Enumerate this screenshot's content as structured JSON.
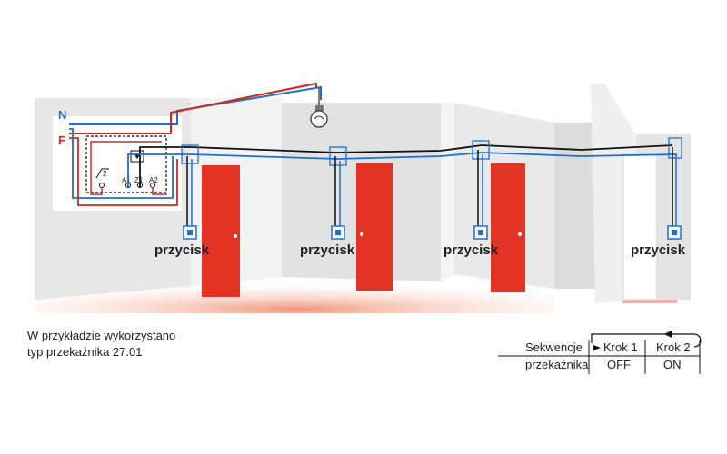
{
  "wire_labels": {
    "neutral": "N",
    "phase": "F"
  },
  "relay_pins": {
    "p2": "2",
    "a1": "A1",
    "z1": "Z1",
    "a2": "A2"
  },
  "pushbutton_labels": [
    "przycisk",
    "przycisk",
    "przycisk",
    "przycisk"
  ],
  "note": {
    "line1": "W przykładzie wykorzystano",
    "line2": "typ przekaźnika 27.01"
  },
  "sequence_table": {
    "row_label_line1": "Sekwencje",
    "row_label_line2": "przekaźnika",
    "steps": [
      "Krok 1",
      "Krok 2"
    ],
    "states": [
      "OFF",
      "ON"
    ]
  },
  "colors": {
    "neutral_wire": "#1f6fd0",
    "phase_wire": "#d0281e",
    "control_wire": "#111111",
    "door": "#e33325",
    "wall": "#e8e8e8",
    "floor_glow": "#e84a3a"
  },
  "icons": [
    "light-bulb-icon",
    "pushbutton-icon",
    "relay-icon"
  ]
}
